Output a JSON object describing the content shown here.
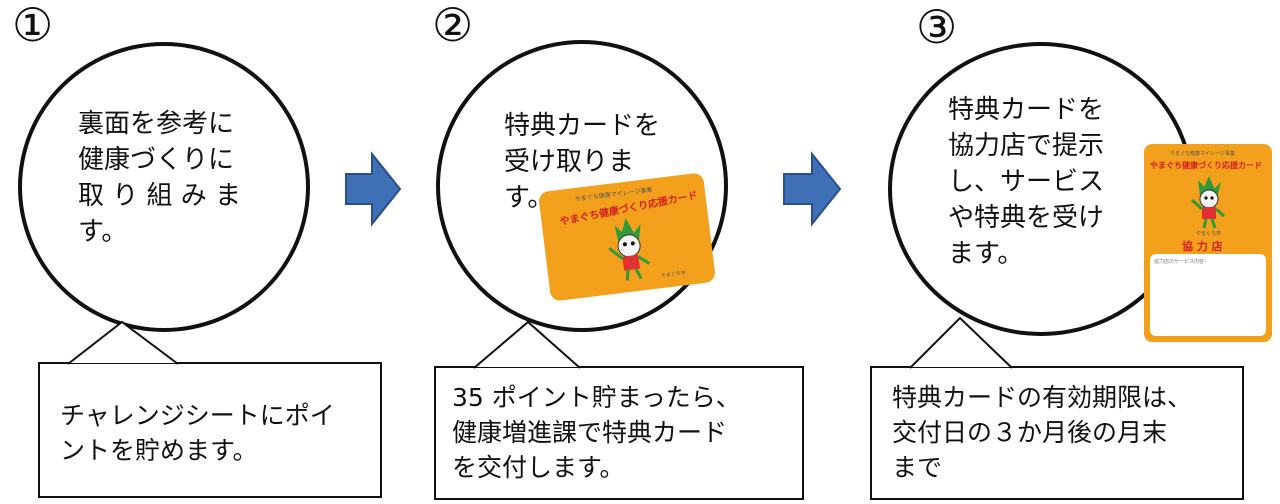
{
  "steps": [
    {
      "number": "①",
      "circle_text": "裏面を参考に\n健康づくりに\n取 り 組 み ま\nす。",
      "box_text": "チャレンジシートにポイ\nントを貯めます。"
    },
    {
      "number": "②",
      "circle_text": "特典カードを\n受け取りま\nす。",
      "box_text": "35 ポイント貯まったら、\n健康増進課で特典カード\nを交付します。",
      "card": {
        "subtitle": "やまぐち健康マイレージ事業",
        "title": "やまぐち健康づくり応援カード",
        "small": "やまぐち市"
      }
    },
    {
      "number": "③",
      "circle_text": "特典カードを\n協力店で提示\nし、サービス\nや特典を受け\nます。",
      "box_text": "特典カードの有効期限は、\n交付日の３か月後の月末\nまで",
      "card": {
        "subtitle": "やまぐち健康マイレージ事業",
        "title": "やまぐち健康づくり応援カード",
        "small": "やまぐち市",
        "shop": "協 力 店",
        "memo_label": "協力店のサービス内容："
      }
    }
  ],
  "colors": {
    "arrow_fill": "#3f6fb5",
    "arrow_edge": "#2a4f8a",
    "card": "#f3a11c",
    "card_title": "#d42020",
    "mascot_green": "#2e9a3a"
  }
}
